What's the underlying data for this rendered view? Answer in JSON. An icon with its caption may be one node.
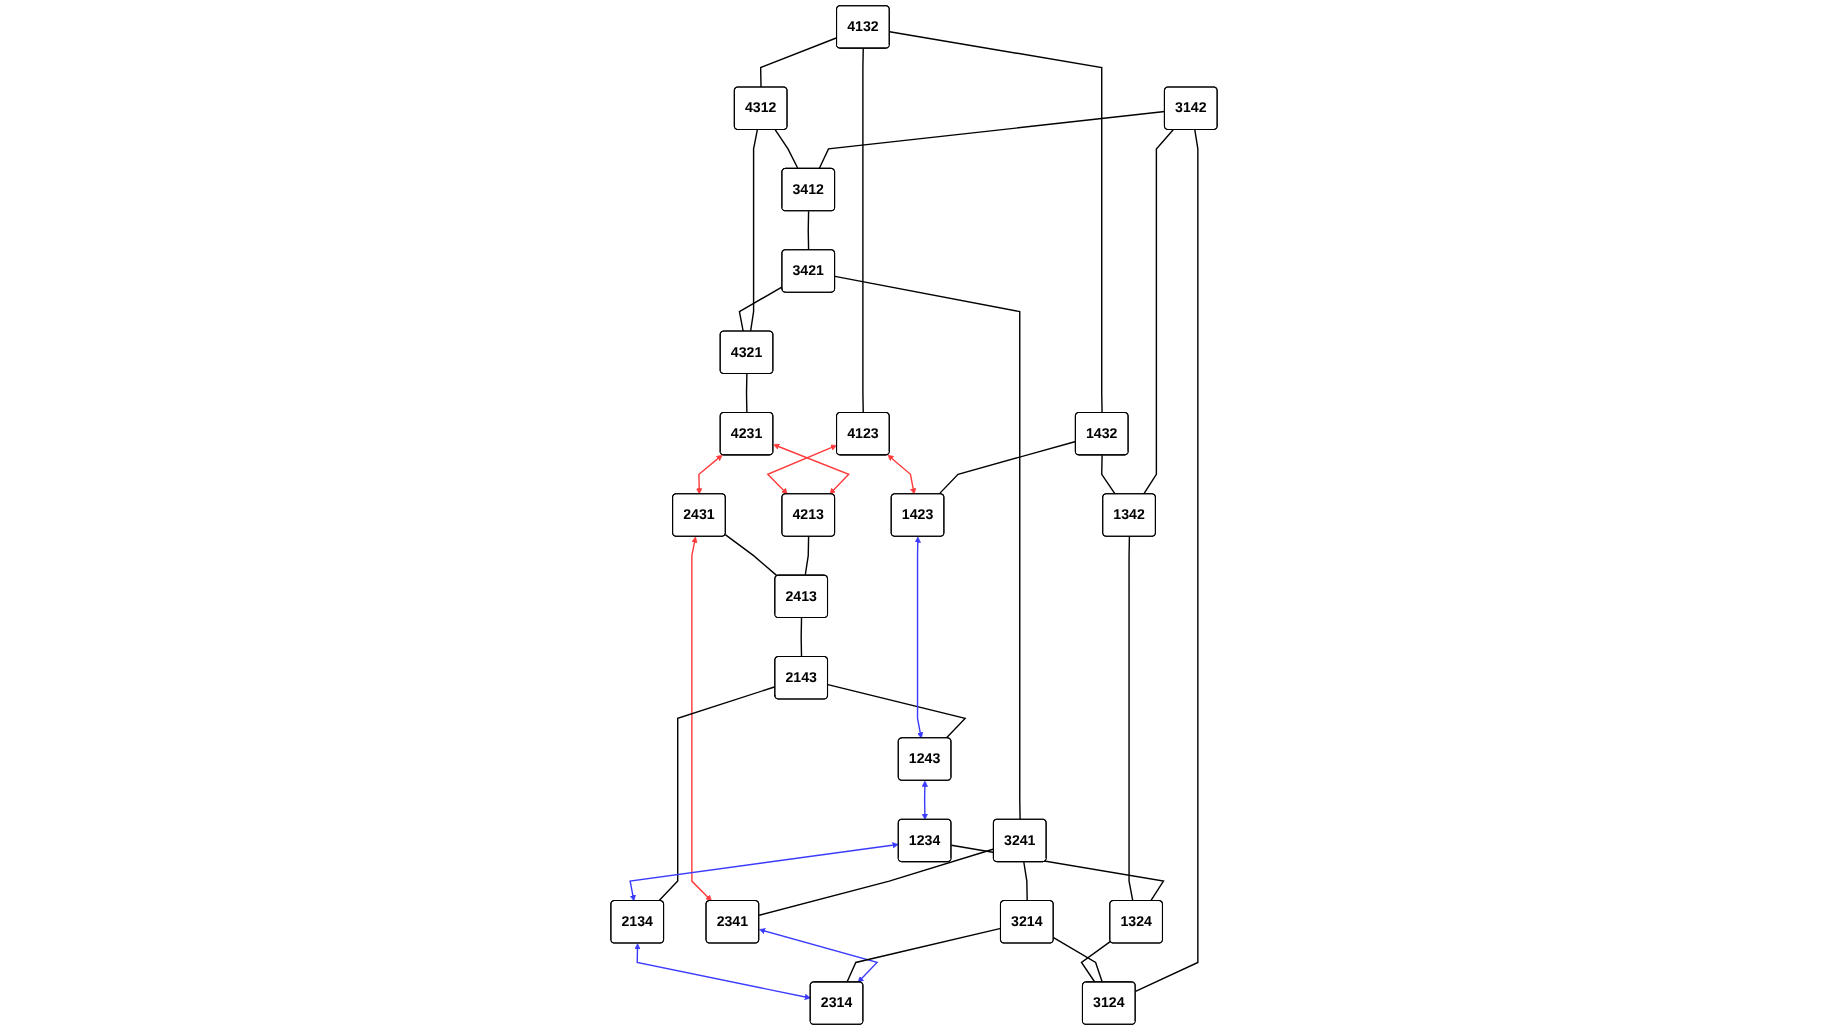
{
  "diagram": {
    "nodes": [
      {
        "text": [
          "3142"
        ]
      },
      {
        "text": [
          "4132"
        ]
      },
      {
        "text": [
          "4312"
        ]
      },
      {
        "text": [
          "3412"
        ]
      },
      {
        "text": [
          "3421"
        ]
      },
      {
        "text": [
          "3241"
        ]
      },
      {
        "text": [
          "4321"
        ]
      },
      {
        "text": [
          "4231"
        ]
      },
      {
        "text": [
          "1432"
        ]
      },
      {
        "text": [
          "4123"
        ]
      },
      {
        "text": [
          "4213"
        ]
      },
      {
        "text": [
          "2431"
        ]
      },
      {
        "text": [
          "2341"
        ]
      },
      {
        "text": [
          "3214"
        ]
      },
      {
        "text": [
          "2413"
        ]
      },
      {
        "text": [
          "2143"
        ]
      },
      {
        "text": [
          "1423"
        ]
      },
      {
        "text": [
          "1243"
        ]
      },
      {
        "text": [
          "1234"
        ]
      },
      {
        "text": [
          "2134"
        ]
      },
      {
        "text": [
          "2314"
        ]
      },
      {
        "text": [
          "1342"
        ]
      },
      {
        "text": [
          "1324"
        ]
      },
      {
        "text": [
          "3124"
        ]
      }
    ],
    "edges": [
      {
        "from": 0,
        "to": 3,
        "arrow": "none"
      },
      {
        "from": 0,
        "to": 21,
        "arrow": "none"
      },
      {
        "from": 0,
        "to": 23,
        "arrow": "none"
      },
      {
        "from": 1,
        "to": 2,
        "arrow": "none"
      },
      {
        "from": 2,
        "to": 3,
        "arrow": "none"
      },
      {
        "from": 3,
        "to": 4,
        "arrow": "none"
      },
      {
        "from": 4,
        "to": 5,
        "arrow": "none"
      },
      {
        "from": 2,
        "to": 6,
        "arrow": "none"
      },
      {
        "from": 4,
        "to": 6,
        "arrow": "none"
      },
      {
        "from": 6,
        "to": 7,
        "arrow": "none"
      },
      {
        "from": 1,
        "to": 8,
        "arrow": "none"
      },
      {
        "from": 1,
        "to": 9,
        "arrow": "none"
      },
      {
        "from": 5,
        "to": 12,
        "arrow": "none"
      },
      {
        "from": 5,
        "to": 13,
        "arrow": "none"
      },
      {
        "from": 7,
        "to": 10,
        "arrow": "both",
        "color": "#ff3b3b"
      },
      {
        "from": 7,
        "to": 11,
        "arrow": "both",
        "color": "#ff3b3b"
      },
      {
        "from": 9,
        "to": 10,
        "arrow": "both",
        "color": "#ff3b3b"
      },
      {
        "from": 11,
        "to": 12,
        "arrow": "both",
        "color": "#ff3b3b"
      },
      {
        "from": 10,
        "to": 14,
        "arrow": "none"
      },
      {
        "from": 11,
        "to": 14,
        "arrow": "none"
      },
      {
        "from": 8,
        "to": 21,
        "arrow": "none"
      },
      {
        "from": 8,
        "to": 16,
        "arrow": "none"
      },
      {
        "from": 9,
        "to": 16,
        "arrow": "both",
        "color": "#ff3b3b"
      },
      {
        "from": 12,
        "to": 20,
        "arrow": "both",
        "color": "#3b3bff"
      },
      {
        "from": 13,
        "to": 20,
        "arrow": "none"
      },
      {
        "from": 13,
        "to": 23,
        "arrow": "none"
      },
      {
        "from": 14,
        "to": 15,
        "arrow": "none"
      },
      {
        "from": 15,
        "to": 17,
        "arrow": "none"
      },
      {
        "from": 15,
        "to": 19,
        "arrow": "none"
      },
      {
        "from": 16,
        "to": 17,
        "arrow": "both",
        "color": "#3b3bff"
      },
      {
        "from": 17,
        "to": 18,
        "arrow": "both",
        "color": "#3b3bff"
      },
      {
        "from": 18,
        "to": 19,
        "arrow": "both",
        "color": "#3b3bff"
      },
      {
        "from": 19,
        "to": 20,
        "arrow": "both",
        "color": "#3b3bff"
      },
      {
        "from": 18,
        "to": 22,
        "arrow": "none"
      },
      {
        "from": 21,
        "to": 22,
        "arrow": "none"
      },
      {
        "from": 22,
        "to": 23,
        "arrow": "none"
      }
    ]
  }
}
